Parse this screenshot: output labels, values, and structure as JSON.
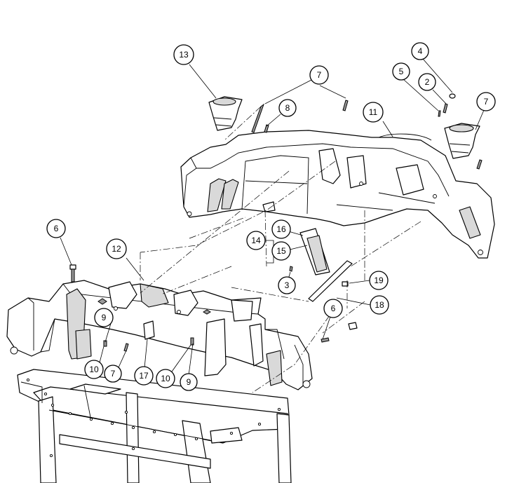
{
  "diagram": {
    "callouts": [
      {
        "id": "c13",
        "label": "13"
      },
      {
        "id": "c4",
        "label": "4"
      },
      {
        "id": "c7a",
        "label": "7"
      },
      {
        "id": "c5",
        "label": "5"
      },
      {
        "id": "c2",
        "label": "2"
      },
      {
        "id": "c7b",
        "label": "7"
      },
      {
        "id": "c8",
        "label": "8"
      },
      {
        "id": "c11",
        "label": "11"
      },
      {
        "id": "c6a",
        "label": "6"
      },
      {
        "id": "c12",
        "label": "12"
      },
      {
        "id": "c16",
        "label": "16"
      },
      {
        "id": "c14",
        "label": "14"
      },
      {
        "id": "c15",
        "label": "15"
      },
      {
        "id": "c19",
        "label": "19"
      },
      {
        "id": "c3",
        "label": "3"
      },
      {
        "id": "c18",
        "label": "18"
      },
      {
        "id": "c9a",
        "label": "9"
      },
      {
        "id": "c6b",
        "label": "6"
      },
      {
        "id": "c10a",
        "label": "10"
      },
      {
        "id": "c7c",
        "label": "7"
      },
      {
        "id": "c17",
        "label": "17"
      },
      {
        "id": "c10b",
        "label": "10"
      },
      {
        "id": "c9b",
        "label": "9"
      }
    ]
  }
}
